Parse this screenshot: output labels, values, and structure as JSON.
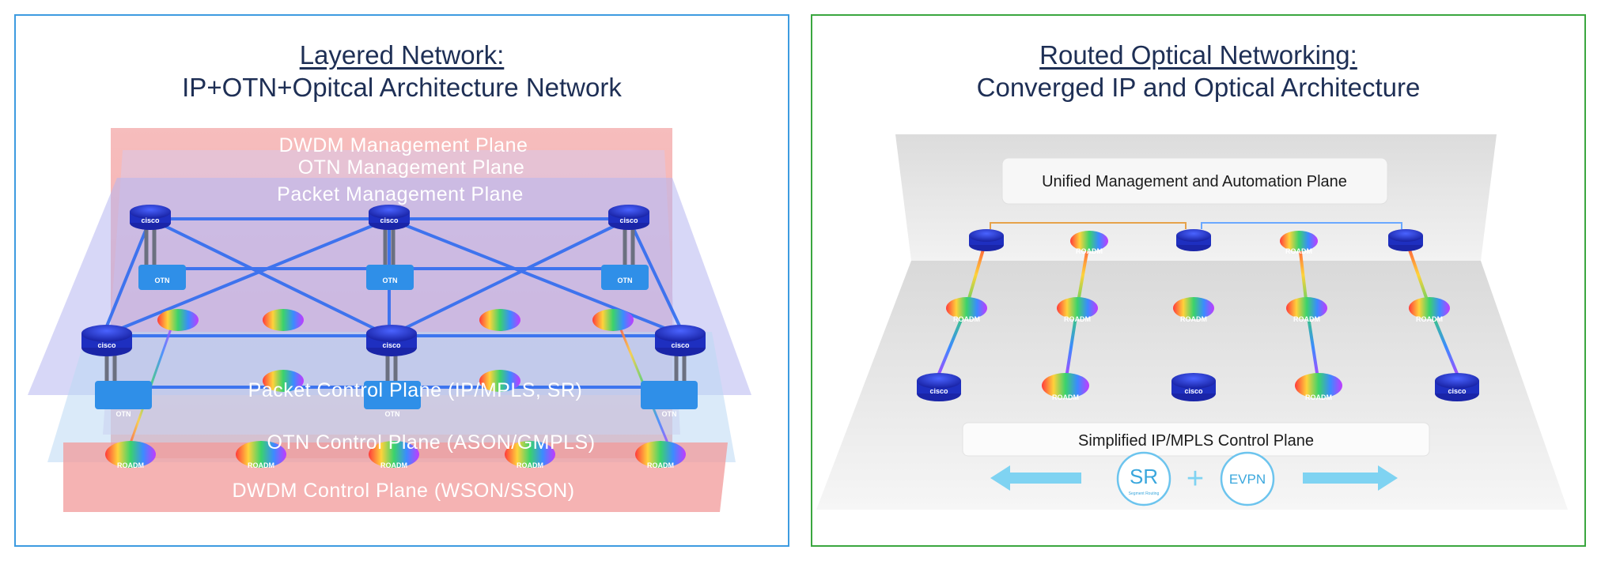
{
  "left": {
    "title": "Layered Network:",
    "subtitle": "IP+OTN+Opitcal Architecture Network",
    "planes": {
      "dwdm_mgmt": "DWDM Management Plane",
      "otn_mgmt": "OTN Management Plane",
      "packet_mgmt": "Packet Management Plane",
      "packet_ctrl": "Packet Control Plane (IP/MPLS, SR)",
      "otn_ctrl": "OTN Control Plane (ASON/GMPLS)",
      "dwdm_ctrl": "DWDM Control Plane (WSON/SSON)"
    },
    "device_labels": {
      "otn": "OTN",
      "roadm": "ROADM",
      "cisco": "cisco"
    }
  },
  "right": {
    "title": "Routed Optical Networking:",
    "subtitle": "Converged IP and Optical Architecture",
    "mgmt_plane": "Unified Management and Automation Plane",
    "ctrl_plane": "Simplified IP/MPLS Control Plane",
    "sr_badge": "SR",
    "sr_badge_sub": "Segment Routing",
    "evpn_badge": "EVPN",
    "plus": "+",
    "device_labels": {
      "roadm": "ROADM",
      "cisco": "cisco"
    }
  },
  "colors": {
    "left_border": "#3d9be0",
    "right_border": "#3aa63f",
    "title": "#1e2f55",
    "router_blue": "#2a3fd6",
    "otn_box": "#2f8fe8",
    "dwdm_plane": "#f08a8a",
    "arrow": "#7fd3f2"
  }
}
